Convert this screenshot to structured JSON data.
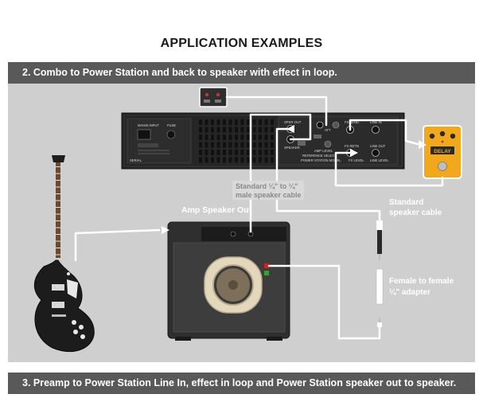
{
  "title": "APPLICATION EXAMPLES",
  "sections": [
    {
      "label": "2. Combo to Power Station and back to speaker with effect in loop."
    },
    {
      "label": "3. Preamp to Power Station Line In, effect in loop and Power Station speaker out to speaker."
    }
  ],
  "diagram": {
    "labels": {
      "standard_quarter_line1": "Standard ¼\" to ¼\"",
      "standard_quarter_line2": "male speaker cable",
      "amp_speaker_out": "Amp Speaker Out",
      "standard_speaker_cable_line1": "Standard",
      "standard_speaker_cable_line2": "speaker cable",
      "female_adapter_line1": "Female to female",
      "female_adapter_line2": "¼\" adapter",
      "pedal_name": "DELAY"
    },
    "panel_text": {
      "mains_input": "MAINS INPUT",
      "fuse": "FUSE",
      "serial": "SERIAL",
      "spkr_out": "SPKR OUT",
      "fx_send": "FX SEND",
      "line_in": "LINE IN",
      "fx_return": "FX RETN",
      "line_out": "LINE OUT",
      "fx_level": "FX LEVEL",
      "line_level": "LINE LEVEL",
      "speaker_ohms": "SPEAKER",
      "att": "ATT",
      "amp_level": "AMP LEVEL",
      "reference_select": "REFERENCE SELECT",
      "model": "POWER STATION MODEL"
    },
    "colors": {
      "panel_bg": "#cfcfcf",
      "section_bar": "#595959",
      "cable": "#ffffff",
      "pedal": "#f2a81d",
      "amp": "#2f2f2f",
      "unit": "#262626",
      "speaker_cone": "#e6dcc3"
    }
  }
}
